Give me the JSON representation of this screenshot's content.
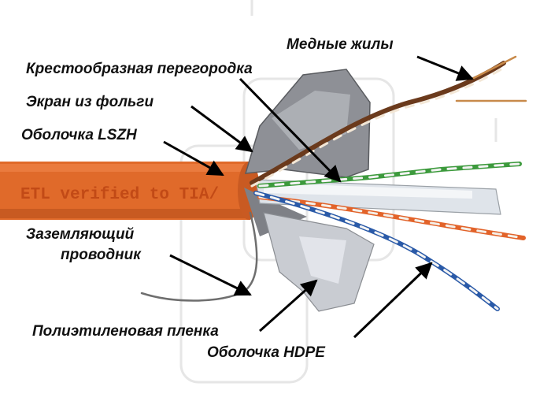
{
  "labels": {
    "copper_cores": "Медные жилы",
    "cross_separator": "Крестообразная перегородка",
    "foil_screen": "Экран из фольги",
    "lszh_jacket": "Оболочка LSZH",
    "ground_wire_line1": "Заземляющий",
    "ground_wire_line2": "проводник",
    "pe_film": "Полиэтиленовая пленка",
    "hdpe_jacket": "Оболочка HDPE"
  },
  "cable_print": "ETL verified to TIA/",
  "colors": {
    "jacket_orange": "#e06a2a",
    "print_text": "#c24a16",
    "pair_brown": "#6b3a1c",
    "pair_green": "#3c9a3c",
    "pair_orange": "#e2632a",
    "pair_blue": "#2a5aa8",
    "foil": "#9a9ca2",
    "film": "#dde2e8",
    "arrow": "#000000"
  }
}
